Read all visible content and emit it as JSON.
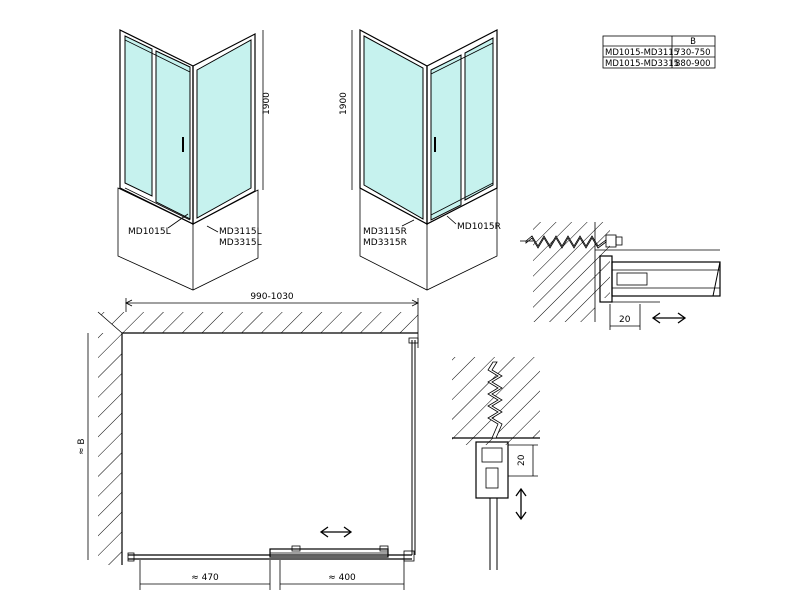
{
  "table": {
    "header": "B",
    "rows": [
      {
        "model": "MD1015-MD3115",
        "b": "730-750"
      },
      {
        "model": "MD1015-MD3315",
        "b": "880-900"
      }
    ]
  },
  "left_view": {
    "height": "1900",
    "door_label": "MD1015L",
    "side_labels": [
      "MD3115L",
      "MD3315L"
    ]
  },
  "right_view": {
    "height": "1900",
    "door_label": "MD1015R",
    "side_labels": [
      "MD3115R",
      "MD3315R"
    ]
  },
  "plan": {
    "width": "990-1030",
    "depth": "≈ B",
    "seg1": "≈ 470",
    "seg2": "≈ 400"
  },
  "detail_h": {
    "dim": "20"
  },
  "detail_v": {
    "dim": "20"
  },
  "colors": {
    "glass": "#c6f2ee",
    "line": "#000000"
  }
}
